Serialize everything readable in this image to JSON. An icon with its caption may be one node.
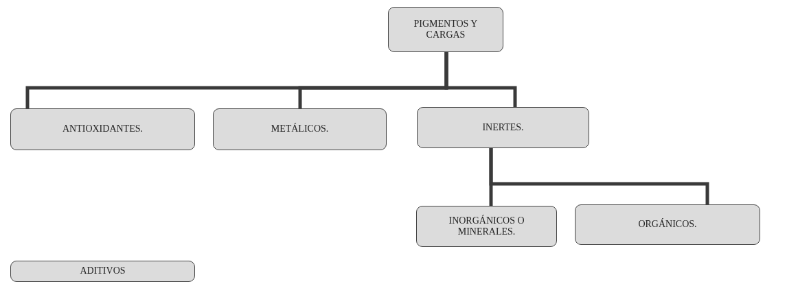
{
  "diagram": {
    "nodes": [
      {
        "text": [
          "PIGMENTOS Y CARGAS"
        ]
      },
      {
        "text": [
          "ANTIOXIDANTES."
        ]
      },
      {
        "text": [
          "METÁLICOS."
        ]
      },
      {
        "text": [
          "INERTES."
        ]
      },
      {
        "text": [
          "INORGÁNICOS O MINERALES."
        ]
      },
      {
        "text": [
          "ORGÁNICOS."
        ]
      },
      {
        "text": [
          "ADITIVOS"
        ]
      }
    ],
    "edges": [
      {
        "from": 0,
        "to": 1,
        "arrow": "none"
      },
      {
        "from": 0,
        "to": 2,
        "arrow": "none"
      },
      {
        "from": 0,
        "to": 3,
        "arrow": "none"
      },
      {
        "from": 3,
        "to": 4,
        "arrow": "none"
      },
      {
        "from": 3,
        "to": 5,
        "arrow": "none"
      }
    ]
  }
}
